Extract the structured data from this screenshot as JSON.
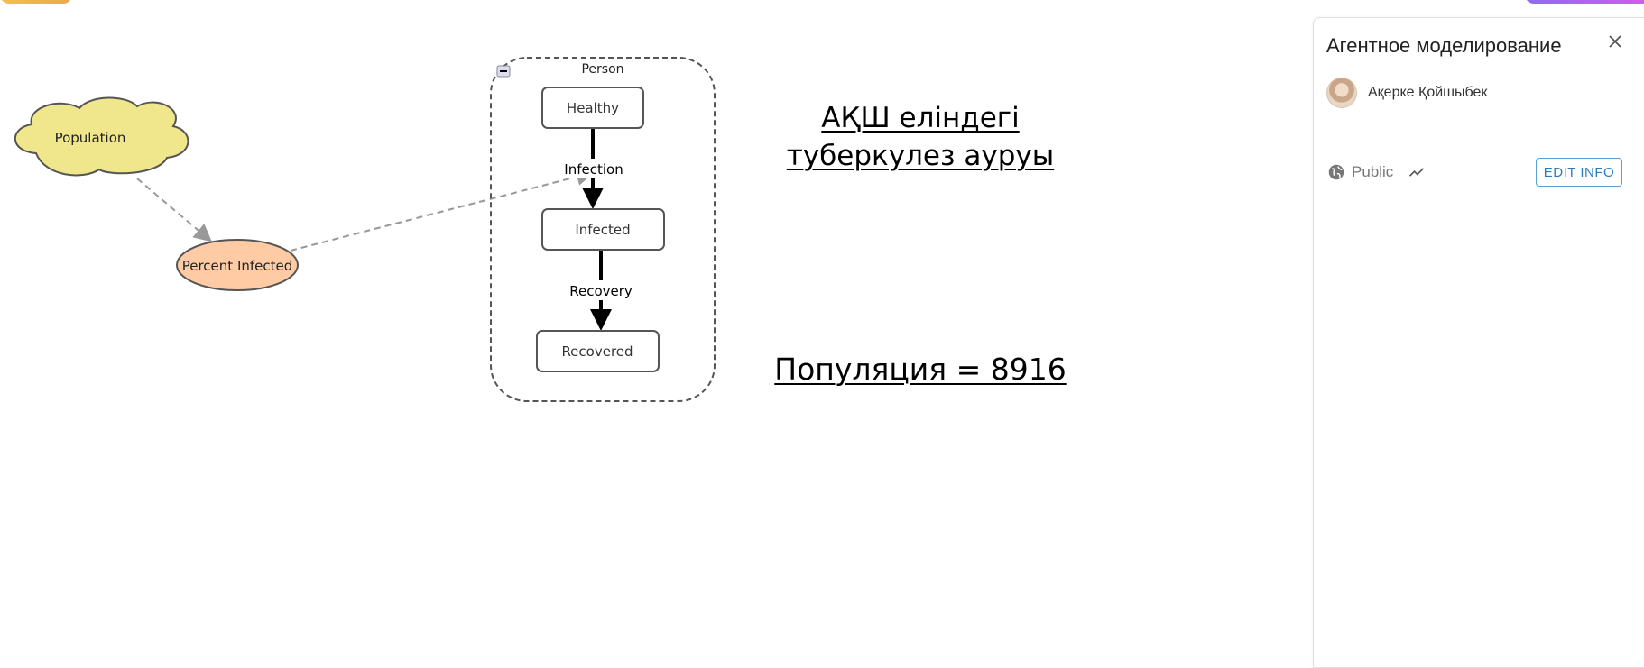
{
  "diagram": {
    "population_label": "Population",
    "percent_infected_label": "Percent Infected",
    "agent_container_label": "Person",
    "states": {
      "healthy": "Healthy",
      "infected": "Infected",
      "recovered": "Recovered"
    },
    "transitions": {
      "infection": "Infection",
      "recovery": "Recovery"
    },
    "colors": {
      "population_fill": "#f0e68c",
      "percent_infected_fill": "#ffcba4",
      "stroke": "#555555",
      "link": "#999999"
    }
  },
  "notes": {
    "title": "АҚШ еліндегі туберкулез ауруы",
    "population": "Популяция = 8916"
  },
  "panel": {
    "title": "Агентное моделирование",
    "author": "Ақерке Қойшыбек",
    "visibility": "Public",
    "edit_button": "EDIT INFO",
    "accent": "#2a7cbf"
  }
}
